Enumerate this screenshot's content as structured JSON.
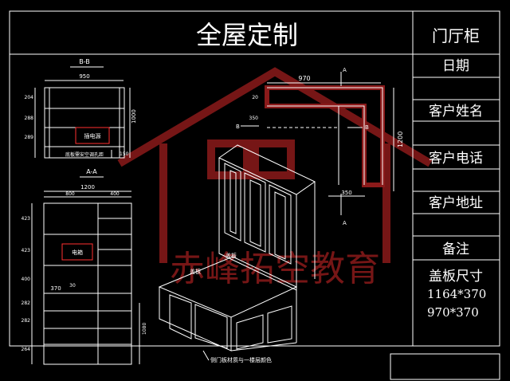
{
  "title": "全屋定制",
  "cabinet_name": "门厅柜",
  "info_labels": [
    "日期",
    "客户姓名",
    "客户电话",
    "客户地址",
    "备注"
  ],
  "remark": {
    "heading": "盖板尺寸",
    "sizes": [
      "1164*370",
      "970*370"
    ]
  },
  "watermark": "赤峰拓空教育",
  "colors": {
    "background": "#000000",
    "frame": "#ffffff",
    "dimension": "#ffffff",
    "note_box": "#ff3030",
    "watermark": "#8b1a1a"
  },
  "view_bb": {
    "label": "B-B",
    "width_dim": "950",
    "height_dim": "1000",
    "left_dims": [
      "204",
      "288",
      "289"
    ],
    "bottom_dim": "150",
    "note": "插电源",
    "caption": "底板需安空调孔距"
  },
  "view_aa": {
    "label": "A-A",
    "total_dim": "1200",
    "left_width": "800",
    "right_width": "400",
    "left_dims": [
      "423",
      "423",
      "400",
      "282",
      "282",
      "264"
    ],
    "mid_dim": "370",
    "gap_dim": "30",
    "note": "电箱",
    "bottom_dim": "1080"
  },
  "plan": {
    "width_dim": "970",
    "height_dim": "1200",
    "small_dims": [
      "20",
      "350"
    ],
    "bottom_dim": "350",
    "section_marks": [
      "A",
      "A",
      "B",
      "B"
    ]
  },
  "iso": {
    "top_label": "盖板",
    "side_label": "盖板",
    "caption": "侧门板材质与一楼层颜色"
  }
}
